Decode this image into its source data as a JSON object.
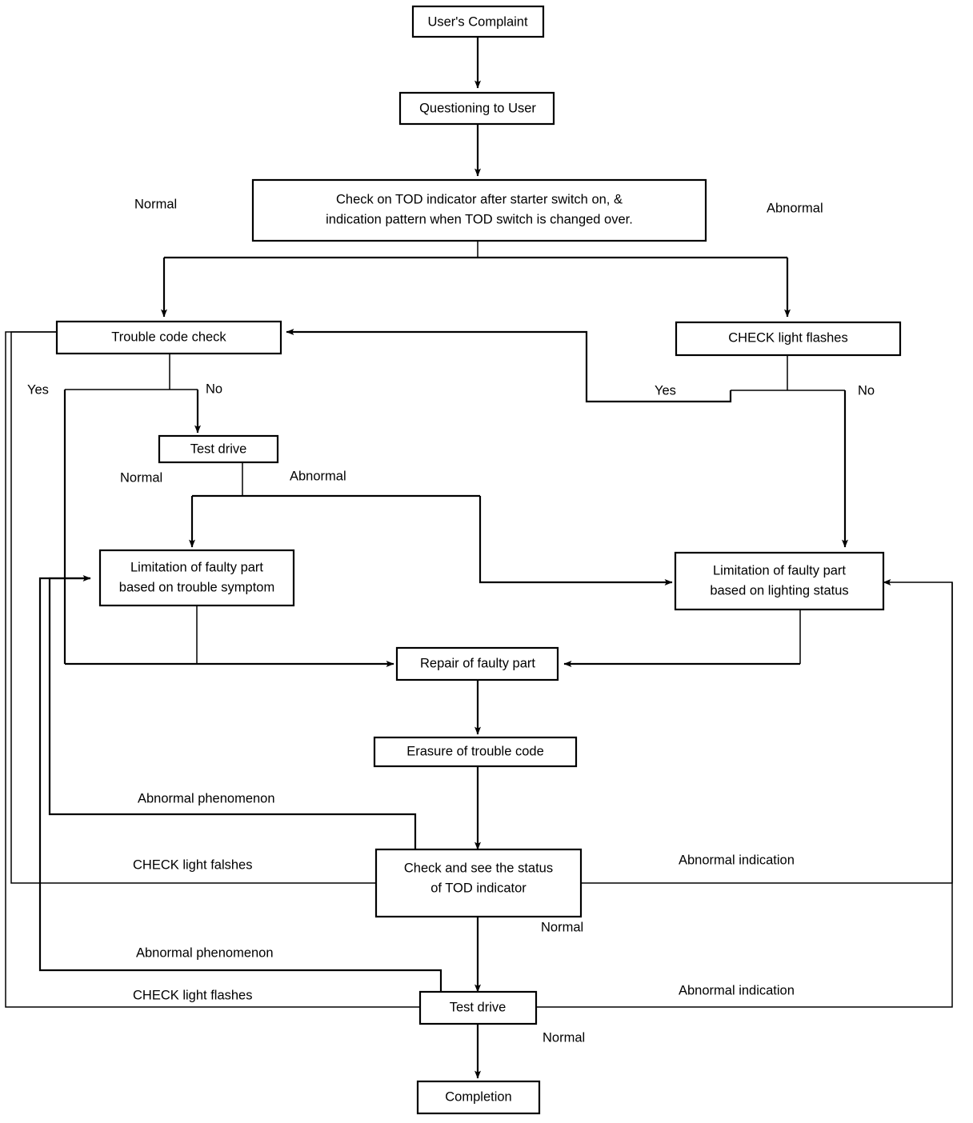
{
  "diagram": {
    "title": "TOD system diagnosis flowchart",
    "colors": {
      "stroke": "#000000",
      "fill": "#ffffff",
      "text": "#000000"
    },
    "nodes": {
      "users_complaint": "User's Complaint",
      "questioning_to_user": "Questioning to User",
      "check_tod_line1": "Check on TOD indicator after starter switch on, &",
      "check_tod_line2": "indication pattern when TOD switch is changed over.",
      "trouble_code_check": "Trouble code check",
      "check_light_flashes": "CHECK light flashes",
      "test_drive_upper": "Test drive",
      "limitation_symptom_line1": "Limitation of faulty part",
      "limitation_symptom_line2": "based on trouble symptom",
      "limitation_lighting_line1": "Limitation of faulty part",
      "limitation_lighting_line2": "based on lighting status",
      "repair_of_faulty_part": "Repair of faulty part",
      "erasure_of_trouble_code": "Erasure of trouble code",
      "check_status_line1": "Check and see the status",
      "check_status_line2": "of TOD indicator",
      "test_drive_lower": "Test drive",
      "completion": "Completion"
    },
    "edge_labels": {
      "normal_top": "Normal",
      "abnormal_top": "Abnormal",
      "yes_left": "Yes",
      "no_left": "No",
      "yes_right": "Yes",
      "no_right": "No",
      "normal_test_drive": "Normal",
      "abnormal_test_drive": "Abnormal",
      "abnormal_phenomenon_1": "Abnormal phenomenon",
      "check_light_falshes_1": "CHECK light falshes",
      "abnormal_indication_1": "Abnormal indication",
      "normal_status": "Normal",
      "abnormal_phenomenon_2": "Abnormal phenomenon",
      "check_light_flashes_2": "CHECK light flashes",
      "abnormal_indication_2": "Abnormal indication",
      "normal_final": "Normal"
    }
  }
}
